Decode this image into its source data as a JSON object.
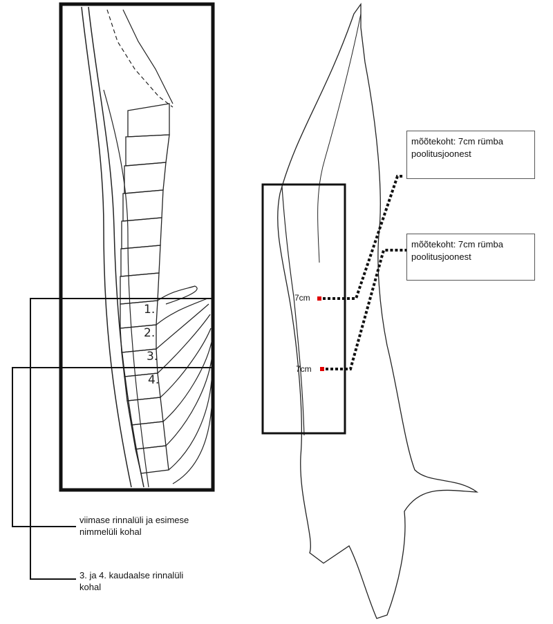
{
  "vertebra_labels": [
    "1.",
    "2.",
    "3.",
    "4."
  ],
  "notes": {
    "top_line1": "viimase rinnalüli ja esimese",
    "top_line2": "nimmelüli kohal",
    "bottom_line1": "3. ja 4. kaudaalse rinnalüli",
    "bottom_line2": "kohal"
  },
  "callouts": {
    "upper_line1": "mõõtekoht: 7cm rümba",
    "upper_line2": "poolitusjoonest",
    "lower_line1": "mõõtekoht: 7cm rümba",
    "lower_line2": "poolitusjoonest"
  },
  "marks": {
    "upper": "7cm",
    "lower": "7cm"
  },
  "colors": {
    "line": "#111111",
    "marker": "#e00000"
  }
}
